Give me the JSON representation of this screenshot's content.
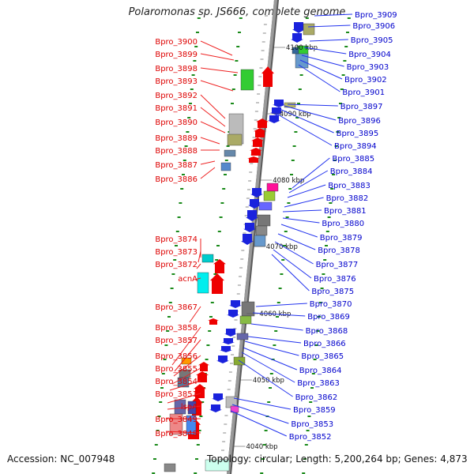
{
  "title": "Polaromonas sp. JS666, complete genome",
  "accession": "Accession: NC_007948",
  "summary": "Topology: circular; Length: 5,200,264 bp; Genes: 4,873",
  "colors": {
    "left_label": "#dd0000",
    "right_label": "#0000cc",
    "backbone": "#9a9a9a",
    "tick": "#1a8a1a"
  },
  "kbp_marks": [
    "4040 kbp",
    "4050 kbp",
    "4060 kbp",
    "4070 kbp",
    "4080 kbp",
    "4090 kbp",
    "4100 kbp"
  ],
  "left_labels": [
    "Bpro_3900",
    "Bpro_3899",
    "Bpro_3898",
    "Bpro_3893",
    "Bpro_3892",
    "Bpro_3891",
    "Bpro_3890",
    "Bpro_3889",
    "Bpro_3888",
    "Bpro_3887",
    "Bpro_3886",
    "Bpro_3874",
    "Bpro_3873",
    "Bpro_3872",
    "acnA",
    "Bpro_3867",
    "Bpro_3858",
    "Bpro_3857",
    "Bpro_3856",
    "Bpro_3855",
    "Bpro_3854",
    "Bpro_3851",
    "lspA",
    "Bpro_3849",
    "Bpro_3848"
  ],
  "right_labels": [
    "Bpro_3909",
    "Bpro_3906",
    "Bpro_3905",
    "Bpro_3904",
    "Bpro_3903",
    "Bpro_3902",
    "Bpro_3901",
    "Bpro_3897",
    "Bpro_3896",
    "Bpro_3895",
    "Bpro_3894",
    "Bpro_3885",
    "Bpro_3884",
    "Bpro_3883",
    "Bpro_3882",
    "Bpro_3881",
    "Bpro_3880",
    "Bpro_3879",
    "Bpro_3878",
    "Bpro_3877",
    "Bpro_3876",
    "Bpro_3875",
    "Bpro_3870",
    "Bpro_3869",
    "Bpro_3868",
    "Bpro_3866",
    "Bpro_3865",
    "Bpro_3864",
    "Bpro_3863",
    "Bpro_3862",
    "Bpro_3859",
    "Bpro_3853",
    "Bpro_3852"
  ]
}
